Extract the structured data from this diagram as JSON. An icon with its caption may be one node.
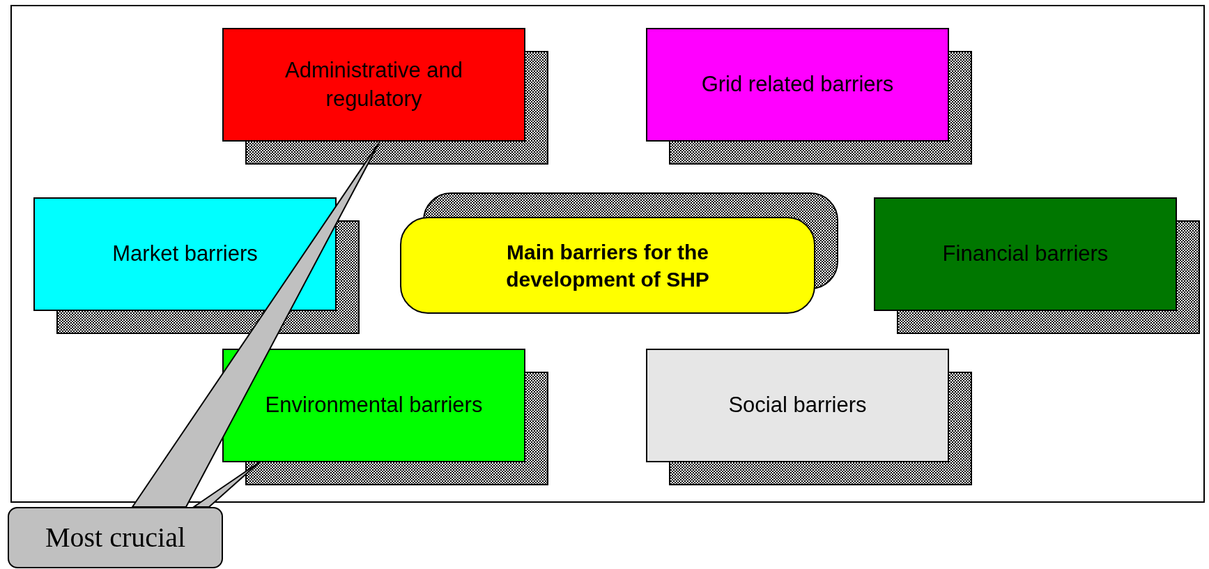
{
  "diagram": {
    "nodes": [
      {
        "text": [
          "Administrative and regulatory"
        ]
      },
      {
        "text": [
          "Grid related  barriers"
        ]
      },
      {
        "text": [
          "Market  barriers"
        ]
      },
      {
        "text": [
          "Main barriers for the development of SHP"
        ]
      },
      {
        "text": [
          "Financial barriers"
        ]
      },
      {
        "text": [
          "Environmental barriers"
        ]
      },
      {
        "text": [
          "Social barriers"
        ]
      },
      {
        "text": [
          "Most crucial"
        ]
      }
    ],
    "edges": [
      {
        "from": 7,
        "to": 0,
        "arrow": "none"
      },
      {
        "from": 7,
        "to": 5,
        "arrow": "none"
      }
    ]
  }
}
